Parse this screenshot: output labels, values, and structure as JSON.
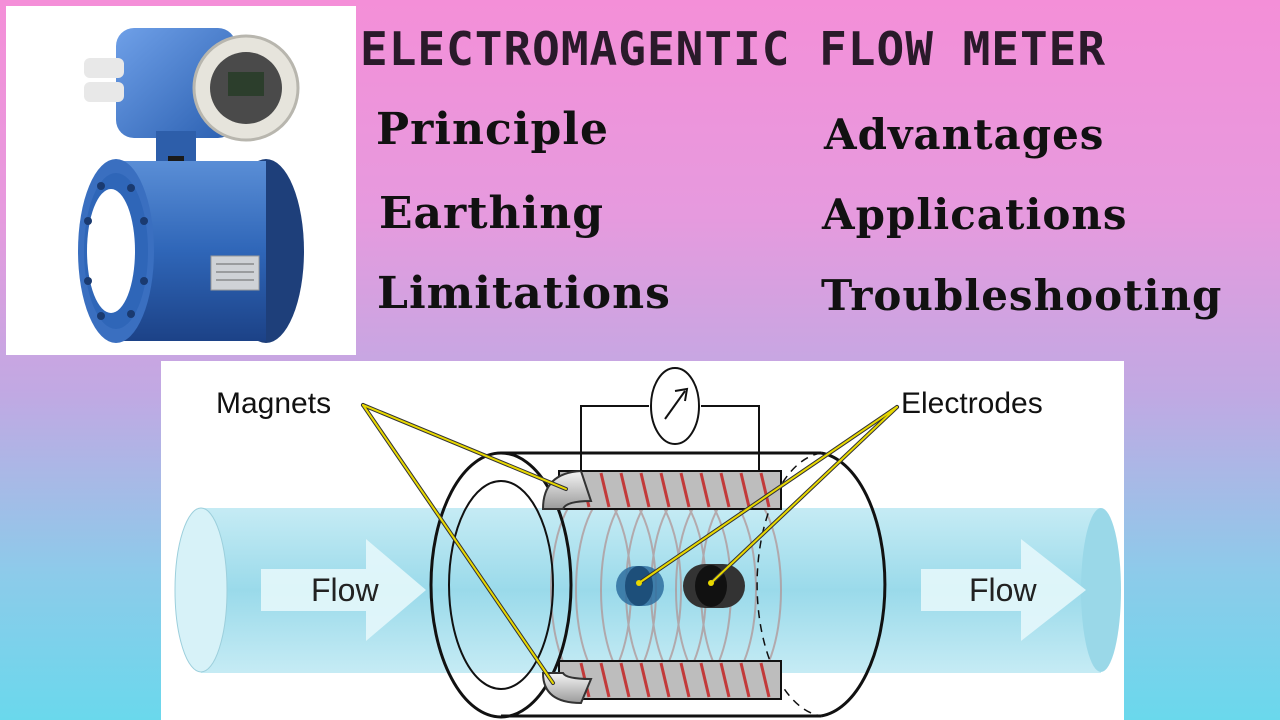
{
  "header": {
    "title": "ELECTROMAGENTIC FLOW METER"
  },
  "topics": {
    "principle": "Principle",
    "advantages": "Advantages",
    "earthing": "Earthing",
    "applications": "Applications",
    "limitations": "Limitations",
    "troubleshooting": "Troubleshooting"
  },
  "diagram": {
    "magnets_label": "Magnets",
    "electrodes_label": "Electrodes",
    "flow_in_label": "Flow",
    "flow_out_label": "Flow"
  },
  "colors": {
    "pink": "#f48fd8",
    "cyan": "#6ad8ec",
    "meter_blue": "#2f66b8",
    "pointer_yellow": "#e8d800"
  }
}
